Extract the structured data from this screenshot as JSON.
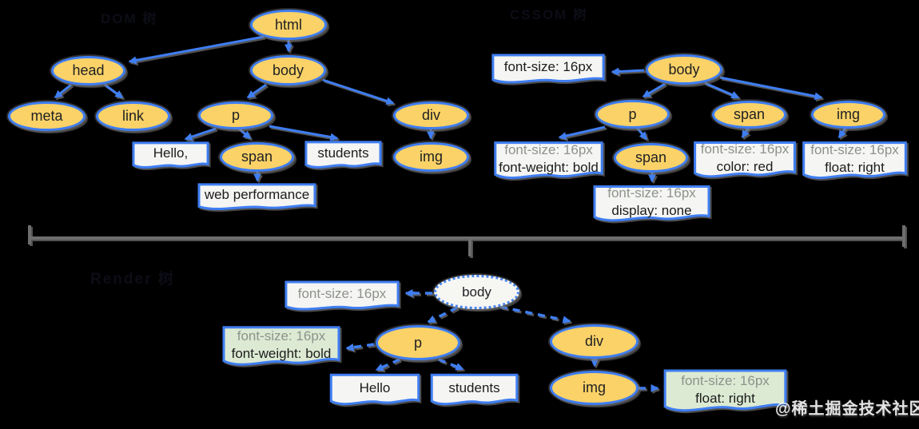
{
  "labels": {
    "dom_section": "DOM 树",
    "cssom_section": "CSSOM 树",
    "render_section": "Render 树"
  },
  "watermark": "@稀土掘金技术社区",
  "colors": {
    "node_fill": "#fbd267",
    "node_border": "#3f7ef2",
    "connector_blue": "#4285f4",
    "divider_gray": "#6e6e6e",
    "note_white_bg": "#f5f5f3",
    "note_green_bg": "#dcead3",
    "inherited_style_text": "#8d938c",
    "own_style_text": "#1c1c1c"
  },
  "dom": {
    "nodes": {
      "html": "html",
      "head": "head",
      "body": "body",
      "meta": "meta",
      "link": "link",
      "p": "p",
      "div": "div",
      "span": "span",
      "img": "img"
    },
    "text_boxes": {
      "hello": "Hello,",
      "students": "students",
      "web_performance": "web performance"
    }
  },
  "cssom": {
    "nodes": {
      "body": "body",
      "p": "p",
      "span": "span",
      "img": "img",
      "span_child": "span"
    },
    "style_boxes": {
      "body": {
        "line1": "font-size: 16px"
      },
      "p": {
        "line1": "font-size: 16px",
        "line2": "font-weight: bold"
      },
      "span": {
        "line1": "font-size: 16px",
        "line2": "color: red"
      },
      "img": {
        "line1": "font-size: 16px",
        "line2": "float: right"
      },
      "span_child": {
        "line1": "font-size: 16px",
        "line2": "display: none"
      }
    }
  },
  "render": {
    "nodes": {
      "body": "body",
      "p": "p",
      "div": "div",
      "img": "img"
    },
    "style_boxes": {
      "body": {
        "line1": "font-size: 16px"
      },
      "p": {
        "line1": "font-size: 16px",
        "line2": "font-weight: bold"
      },
      "img": {
        "line1": "font-size: 16px",
        "line2": "float: right"
      }
    },
    "text_boxes": {
      "hello": "Hello",
      "students": "students"
    }
  }
}
